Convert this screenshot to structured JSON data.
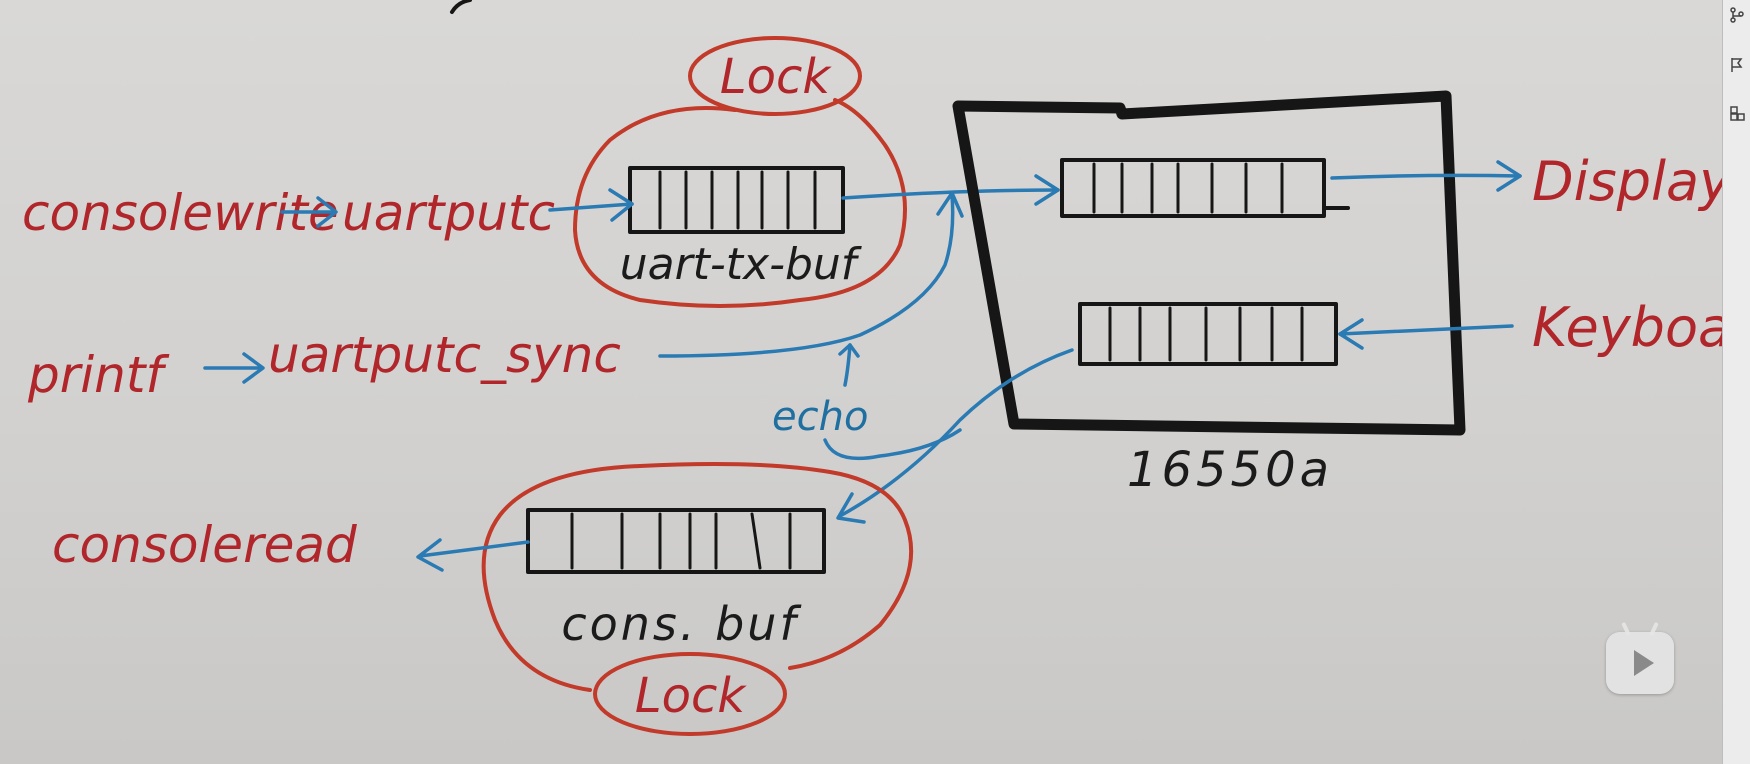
{
  "diagram": {
    "labels": {
      "consolewrite": "consolewrite",
      "uartputc": "uartputc",
      "uart_tx_buf": "uart-tx-buf",
      "lock_top": "Lock",
      "printf": "printf",
      "uartputc_sync": "uartputc_sync",
      "echo": "echo",
      "consoleread": "consoleread",
      "cons_buf": "cons. buf",
      "lock_bottom": "Lock",
      "chip": "16550a",
      "display": "Display",
      "keyboard": "Keyboa"
    },
    "colors": {
      "red_ink": "#b0262a",
      "blue_ink": "#2a7ab3",
      "black_ink": "#161616"
    }
  },
  "toolbar": {
    "icons": [
      "branch-icon",
      "flag-icon",
      "layers-icon"
    ]
  },
  "player": {
    "icon": "play-icon"
  }
}
